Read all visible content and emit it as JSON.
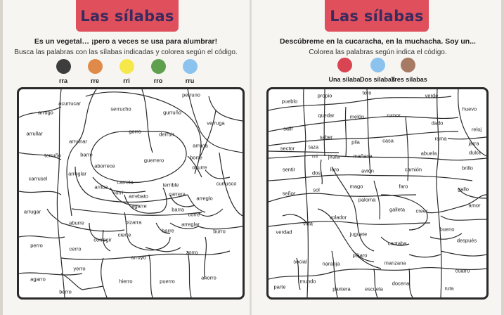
{
  "left": {
    "title": "Las sílabas",
    "riddle": "Es un vegetal… ¡pero a veces se usa para alumbrar!",
    "instruction": "Busca las palabras con las sílabas indicadas y colorea según el código.",
    "legend": [
      {
        "label": "rra",
        "color": "#3d3d3d"
      },
      {
        "label": "rre",
        "color": "#e08a4a"
      },
      {
        "label": "rri",
        "color": "#f6e84a"
      },
      {
        "label": "rro",
        "color": "#5fa04e"
      },
      {
        "label": "rru",
        "color": "#8cc3ee"
      }
    ],
    "words": [
      "perruno",
      "acurrucar",
      "serrucho",
      "gurruño",
      "arrugo",
      "verruga",
      "arrullar",
      "gorro",
      "derruir",
      "arruinar",
      "arruga",
      "terruño",
      "barre",
      "aborrece",
      "guerrero",
      "borre",
      "ocurre",
      "arreglar",
      "carrusel",
      "carreta",
      "terrible",
      "currusco",
      "arriba",
      "corrí",
      "arrebato",
      "carrera",
      "arreglo",
      "agarre",
      "arrugar",
      "barra",
      "corre",
      "pizarra",
      "aburre",
      "arreglar",
      "barre",
      "burro",
      "cierre",
      "corregir",
      "perro",
      "cerro",
      "arroyo",
      "zorro",
      "yerro",
      "agarro",
      "hierro",
      "puerro",
      "ahorro",
      "berro"
    ]
  },
  "right": {
    "title": "Las sílabas",
    "riddle": "Descúbreme en la cucaracha, en la muchacha. Soy un...",
    "instruction": "Colorea las palabras según indica el código.",
    "legend": [
      {
        "label": "Una sílaba",
        "color": "#d94453"
      },
      {
        "label": "Dos sílabas",
        "color": "#8cc3ee"
      },
      {
        "label": "Tres sílabas",
        "color": "#a77a64"
      }
    ],
    "words": [
      "propio",
      "toro",
      "verde",
      "pueblo",
      "huevo",
      "quedar",
      "melón",
      "rumor",
      "dado",
      "salir",
      "reloj",
      "saber",
      "pila",
      "casa",
      "rama",
      "jarra",
      "sector",
      "taza",
      "mi",
      "jirafa",
      "mañana",
      "abuela",
      "dulce",
      "sentir",
      "dos",
      "loro",
      "avión",
      "camión",
      "brillo",
      "señor",
      "sol",
      "mago",
      "faro",
      "gallo",
      "paloma",
      "amor",
      "galleta",
      "creer",
      "volador",
      "vida",
      "verdad",
      "bueno",
      "juguete",
      "después",
      "cantaba",
      "pájaro",
      "social",
      "naranja",
      "manzana",
      "cuatro",
      "parte",
      "mundo",
      "pantera",
      "escuela",
      "docena",
      "ruta"
    ]
  }
}
